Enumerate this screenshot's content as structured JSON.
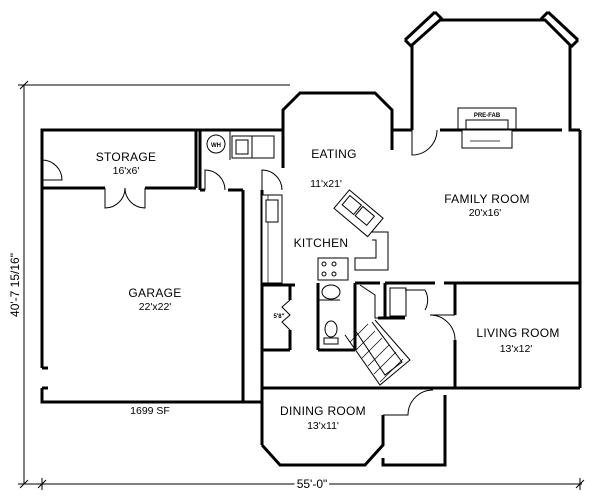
{
  "rooms": {
    "storage": {
      "name": "STORAGE",
      "size": "16'x6'"
    },
    "eating": {
      "name": "EATING",
      "size": "11'x21'"
    },
    "family_room": {
      "name": "FAMILY ROOM",
      "size": "20'x16'"
    },
    "kitchen": {
      "name": "KITCHEN"
    },
    "garage": {
      "name": "GARAGE",
      "size": "22'x22'"
    },
    "living_room": {
      "name": "LIVING ROOM",
      "size": "13'x12'"
    },
    "dining_room": {
      "name": "DINING ROOM",
      "size": "13'x11'"
    }
  },
  "labels": {
    "water_heater": "WH",
    "prefab": "PRE-FAB",
    "floor_area": "1699 SF",
    "closet_size": "5'8\""
  },
  "dimensions": {
    "overall_width": "55'-0\"",
    "overall_depth": "40'-7 15/16\""
  }
}
